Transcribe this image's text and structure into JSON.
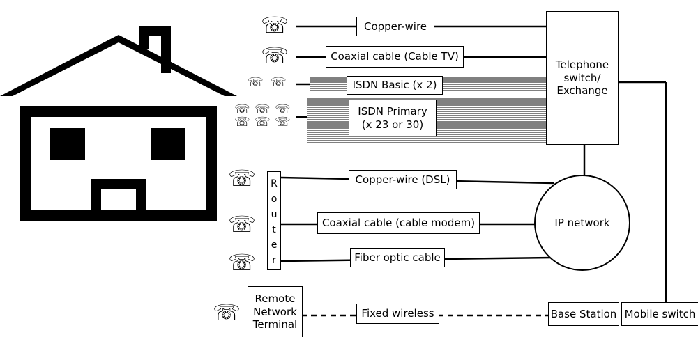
{
  "labels": {
    "copper_wire": "Copper-wire",
    "coaxial_cable_tv": "Coaxial cable (Cable TV)",
    "isdn_basic": "ISDN Basic (x 2)",
    "isdn_primary": "ISDN Primary\n(x 23 or 30)",
    "telephone_switch": "Telephone\nswitch/\nExchange",
    "copper_wire_dsl": "Copper-wire (DSL)",
    "coaxial_cable_modem": "Coaxial cable (cable modem)",
    "fiber_optic": "Fiber optic cable",
    "ip_network": "IP network",
    "router_letters": [
      "R",
      "o",
      "u",
      "t",
      "e",
      "r"
    ],
    "remote_terminal": "Remote\nNetwork\nTerminal",
    "fixed_wireless": "Fixed wireless",
    "base_station": "Base Station",
    "mobile_switch": "Mobile switch"
  },
  "icons": {
    "telephone_glyph": "☏",
    "house": "house-icon"
  },
  "colors": {
    "line": "#000000",
    "background": "#ffffff"
  }
}
